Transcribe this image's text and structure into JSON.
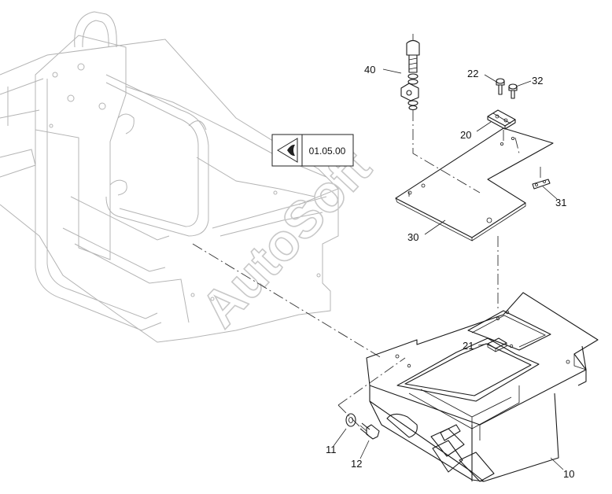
{
  "diagram": {
    "reference_box": {
      "icon": "eye-view-icon",
      "code": "01.05.00"
    },
    "watermark": "AutoSoft",
    "callouts": {
      "c40": "40",
      "c22": "22",
      "c32": "32",
      "c20": "20",
      "c31": "31",
      "c30": "30",
      "c21": "21",
      "c10": "10",
      "c11": "11",
      "c12": "12"
    }
  }
}
